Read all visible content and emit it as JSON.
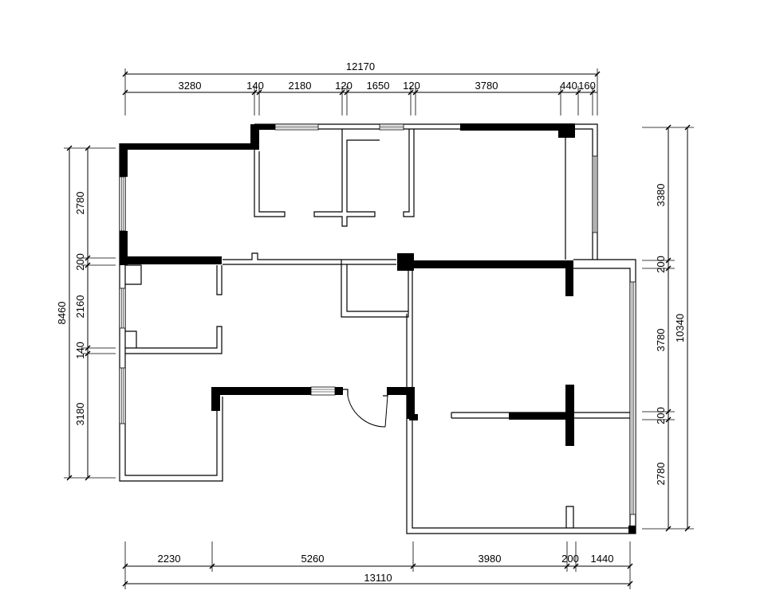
{
  "top": {
    "overall": "12170",
    "segments": [
      "3280",
      "140",
      "2180",
      "120",
      "1650",
      "120",
      "3780",
      "440",
      "160"
    ]
  },
  "bottom": {
    "overall": "13110",
    "segments": [
      "2230",
      "5260",
      "3980",
      "200",
      "1440"
    ]
  },
  "left": {
    "overall": "8460",
    "segments": [
      "2780",
      "200",
      "2160",
      "140",
      "3180"
    ]
  },
  "right": {
    "overall": "10340",
    "segments": [
      "3380",
      "200",
      "3780",
      "200",
      "2780"
    ]
  }
}
